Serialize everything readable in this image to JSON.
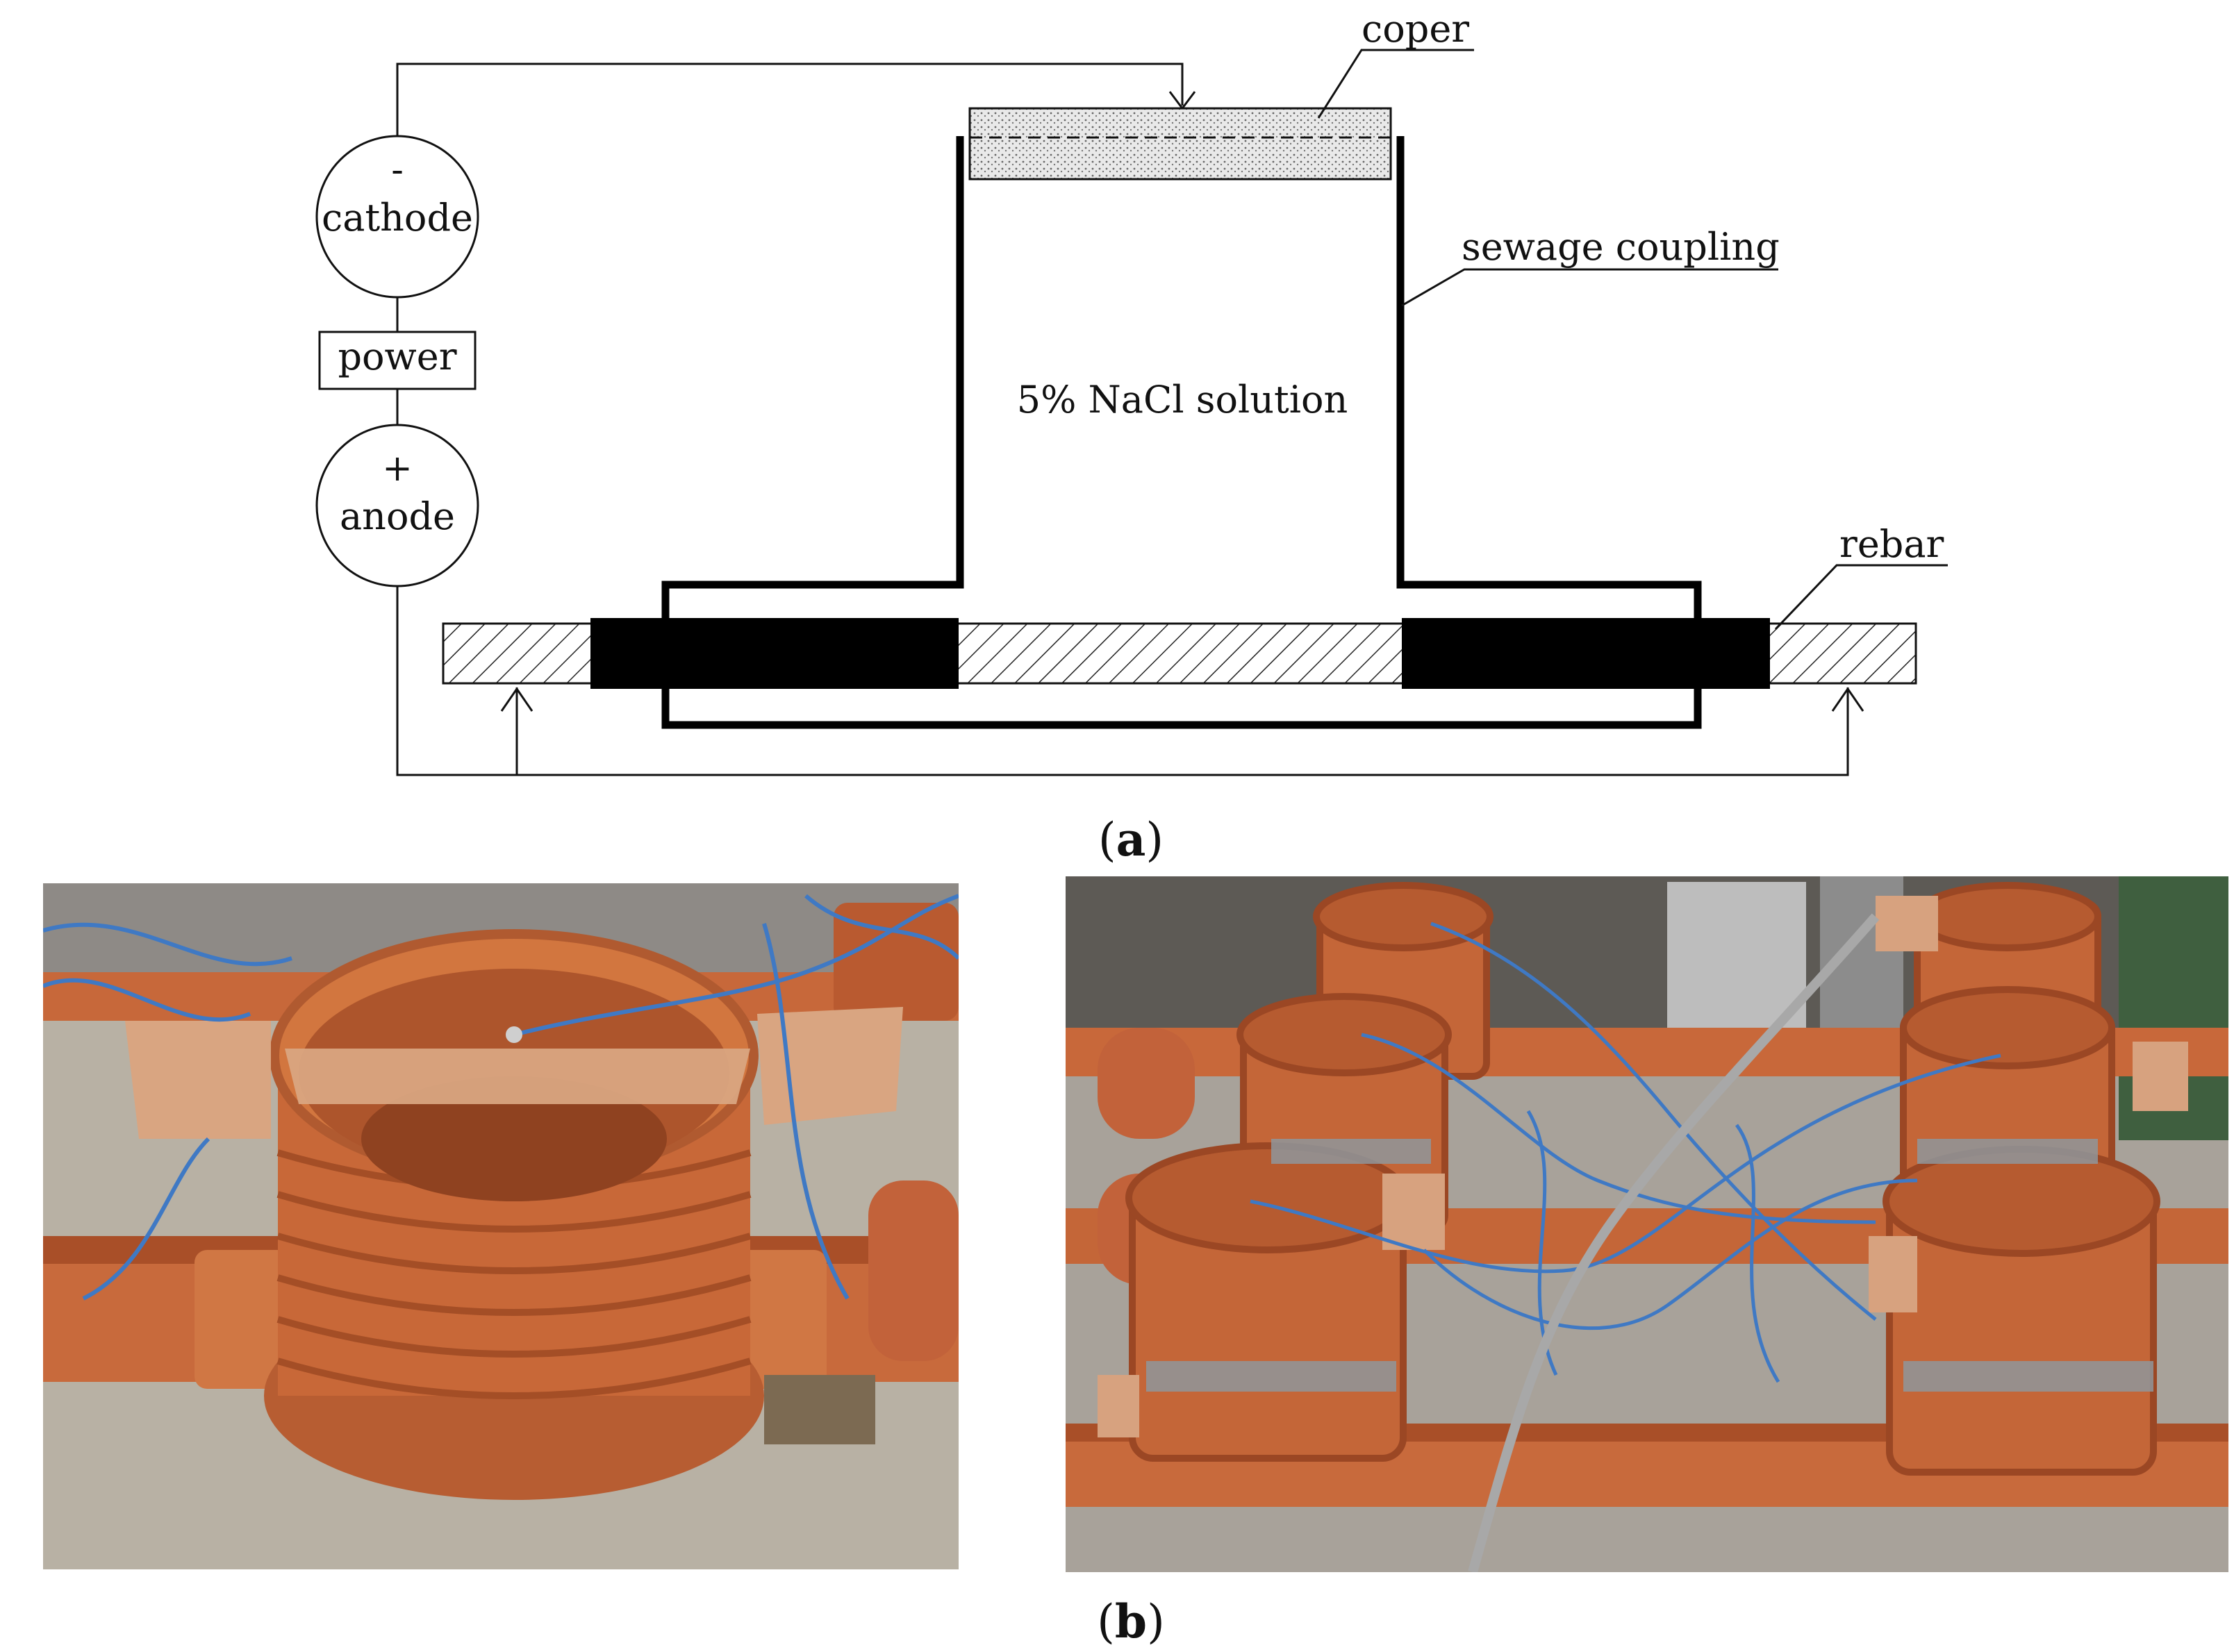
{
  "diagram": {
    "labels": {
      "coper": "coper",
      "sewage_coupling": "sewage coupling",
      "rebar": "rebar",
      "solution": "5% NaCl solution",
      "power": "power",
      "cathode_sign": "-",
      "cathode": "cathode",
      "anode_sign": "+",
      "anode": "anode"
    },
    "caption": {
      "open": "(",
      "letter": "a",
      "close": ")"
    }
  },
  "photos": {
    "caption": {
      "open": "(",
      "letter": "b",
      "close": ")"
    }
  },
  "colors": {
    "pipe_orange": "#c8683a",
    "pipe_dark": "#9a4526",
    "floor": "#b9b2a6",
    "cable_blue": "#3f79c4",
    "copper_sheet": "#d7a27f"
  }
}
